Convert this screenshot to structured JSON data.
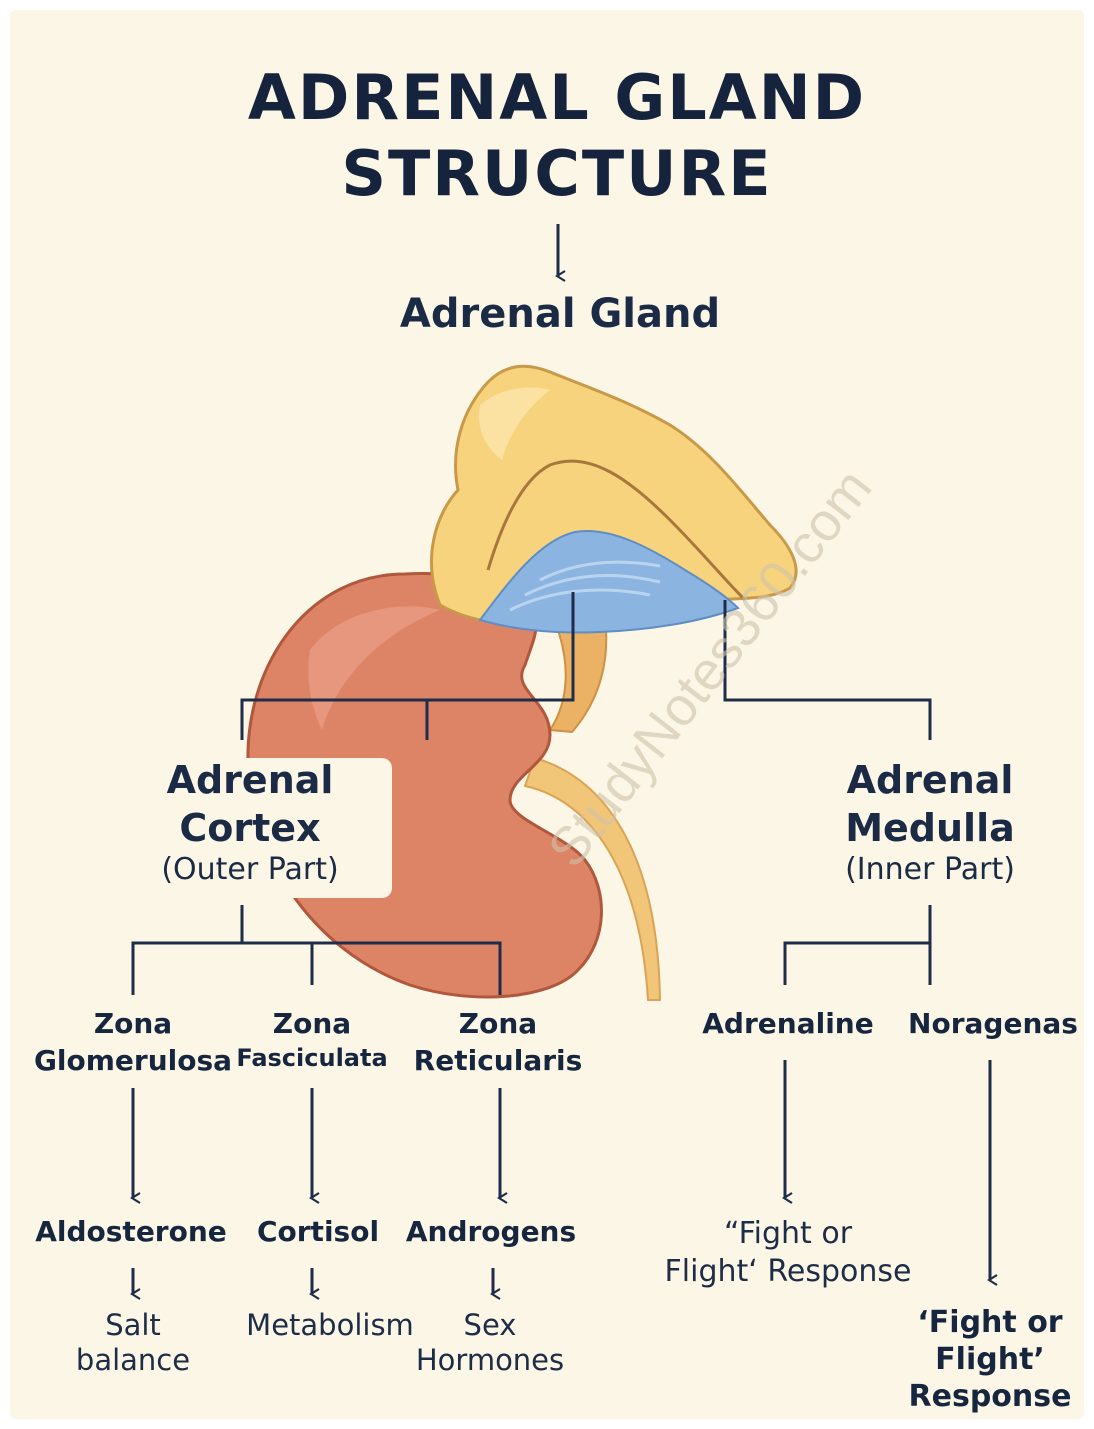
{
  "title_line1": "ADRENAL GLAND",
  "title_line2": "STRUCTURE",
  "subtitle": "Adrenal Gland",
  "cortex": {
    "line1": "Adrenal",
    "line2": "Cortex",
    "note": "(Outer Part)"
  },
  "medulla": {
    "line1": "Adrenal",
    "line2": "Medulla",
    "note": "(Inner Part)"
  },
  "zones": [
    {
      "line1": "Zona",
      "line2": "Glomerulosa",
      "hormone": "Aldosterone",
      "effect1": "Salt",
      "effect2": "balance"
    },
    {
      "line1": "Zona",
      "line2": "Fasciculata",
      "hormone": "Cortisol",
      "effect1": "Metabolism",
      "effect2": ""
    },
    {
      "line1": "Zona",
      "line2": "Reticularis",
      "hormone": "Androgens",
      "effect1": "Sex",
      "effect2": "Hormones"
    }
  ],
  "medulla_hormones": [
    {
      "label": "Adrenaline",
      "response1": "“Fight or",
      "response2": "Flight‘ Response"
    },
    {
      "label": "Noragenas",
      "response1": "‘Fight or",
      "response2": "Flight’",
      "response3": "Response"
    }
  ],
  "watermark": "StudyNotes360.com",
  "colors": {
    "background": "#fcf6e6",
    "text": "#17263f",
    "lines": "#1e2d4a",
    "kidney": "#dd8466",
    "gland_yellow": "#f7d37e",
    "medulla_blue": "#8cb4e0"
  }
}
